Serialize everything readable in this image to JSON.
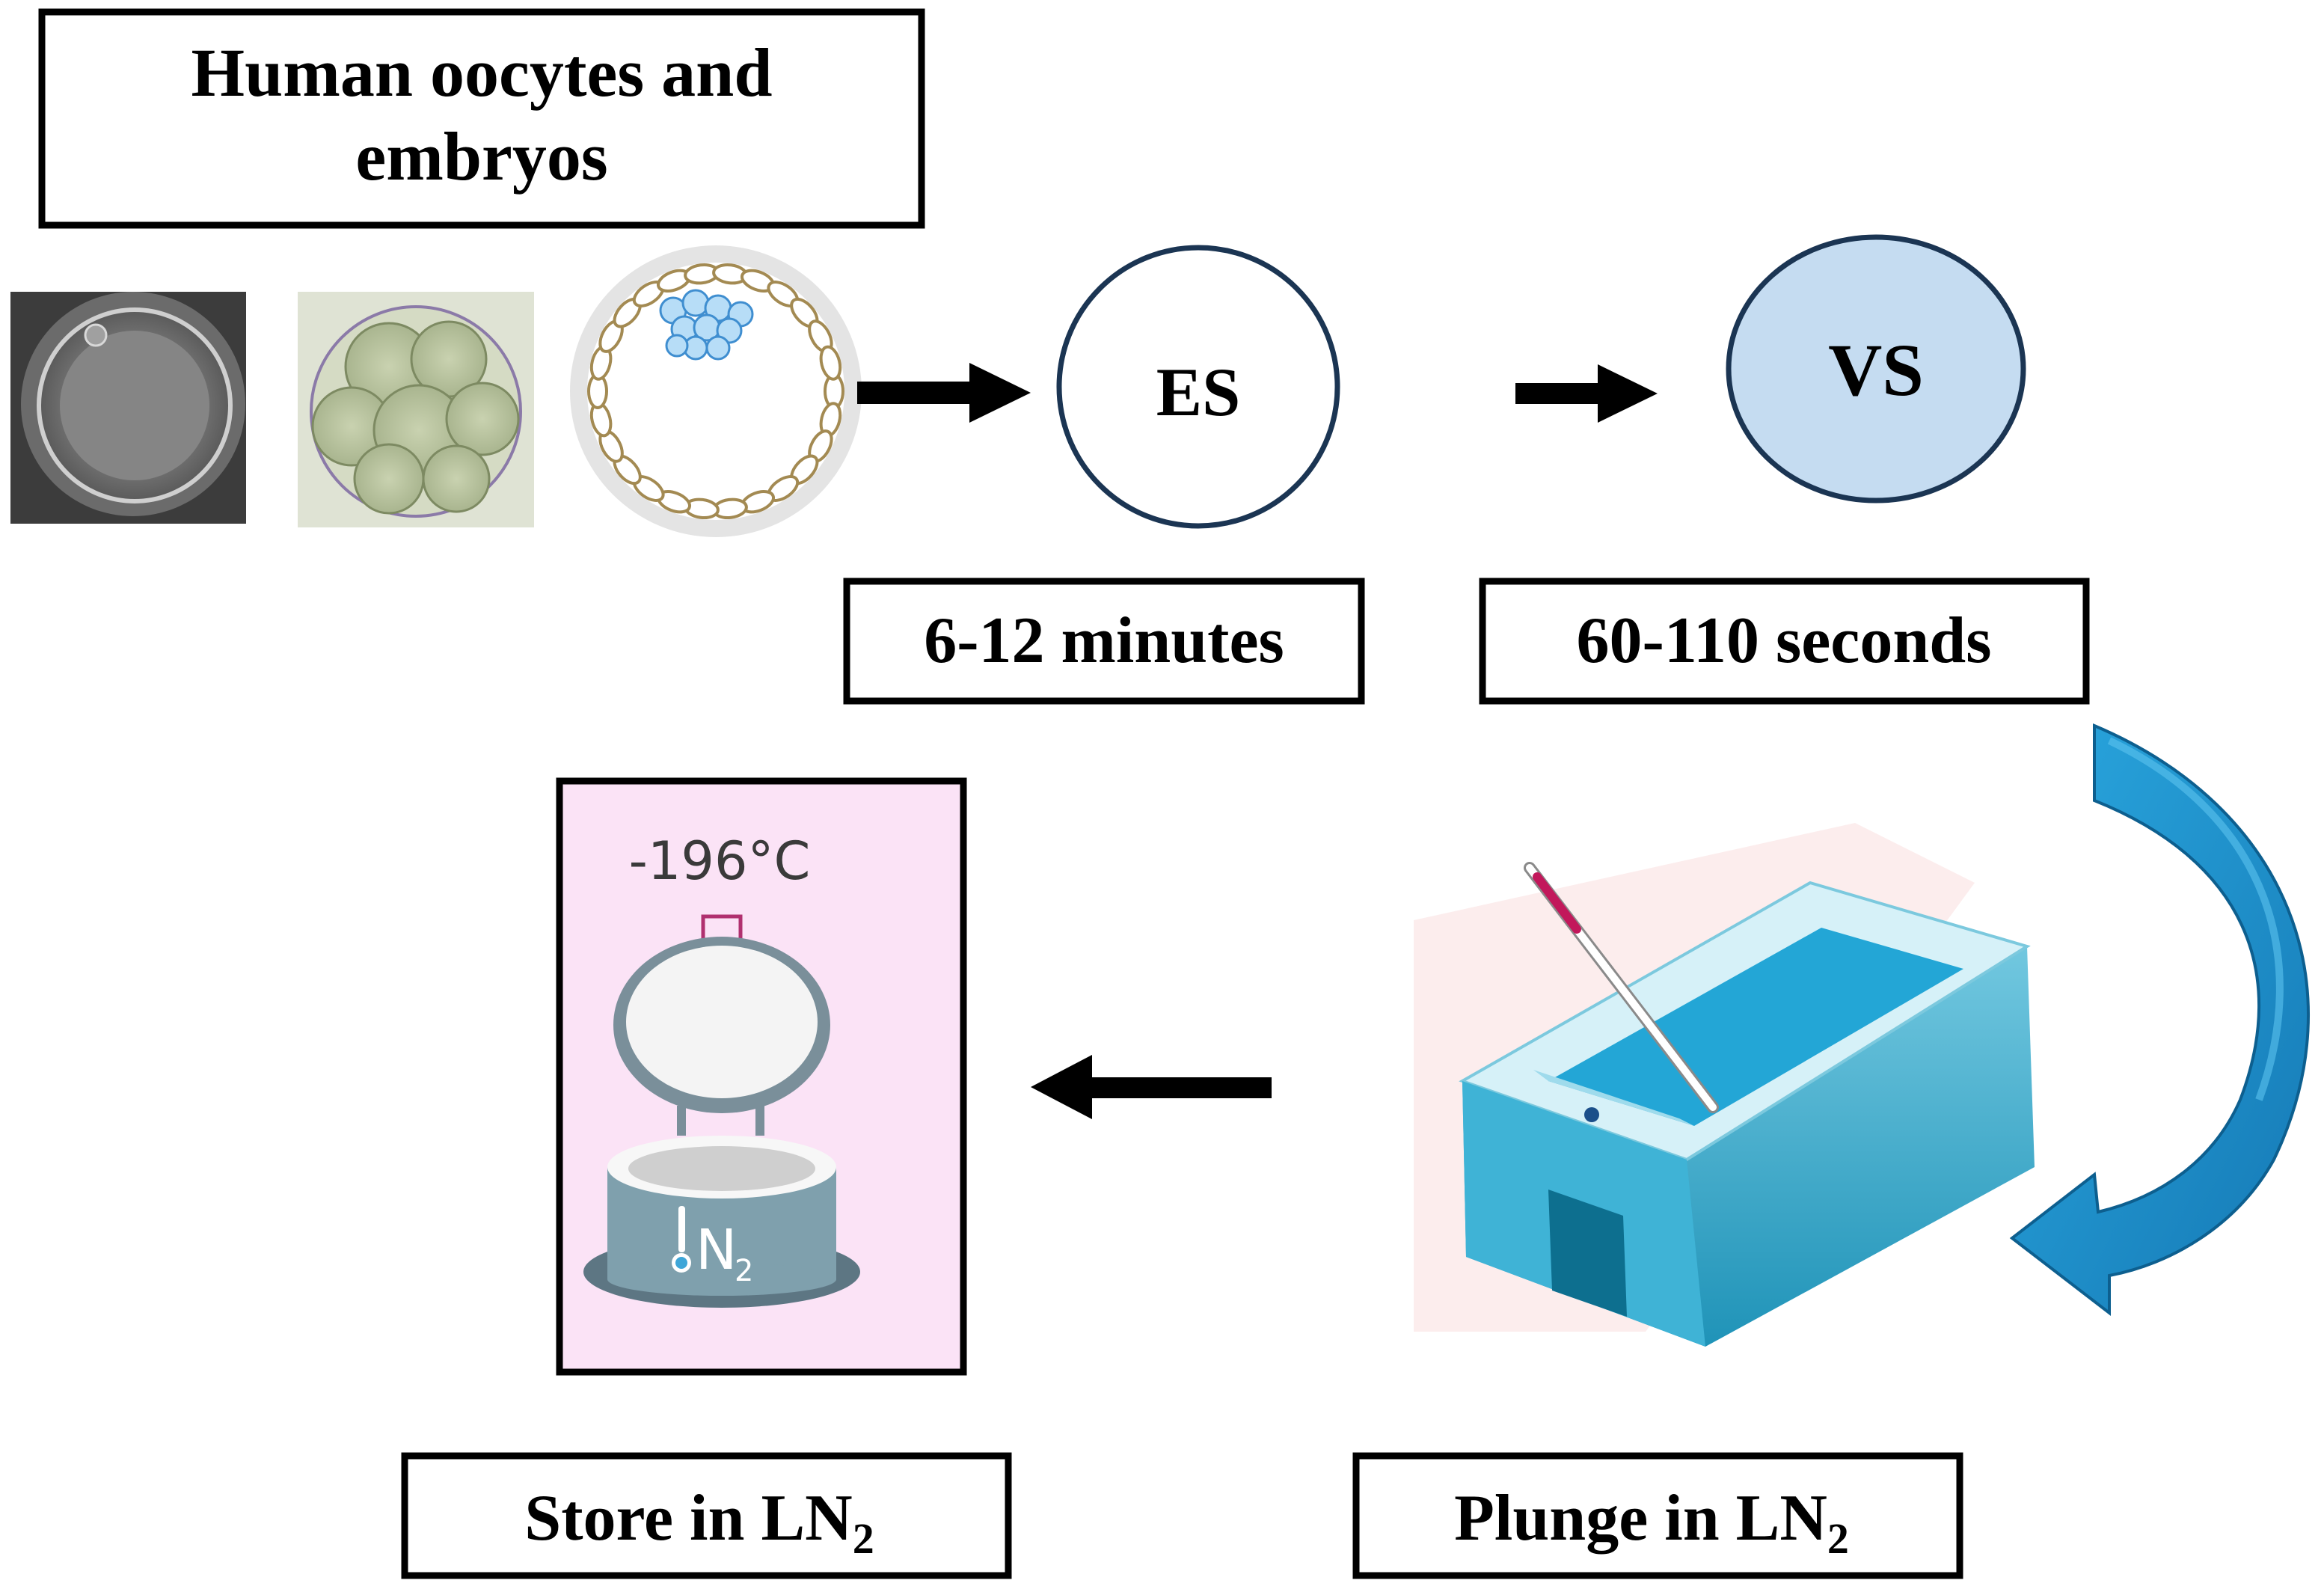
{
  "title_box": {
    "line1": "Human oocytes and",
    "line2": "embryos"
  },
  "steps": {
    "es": {
      "label": "ES",
      "duration": "6-12 minutes"
    },
    "vs": {
      "label": "VS",
      "duration": "60-110 seconds"
    }
  },
  "plunge": {
    "label": "Plunge in LN",
    "subscript": "2"
  },
  "store": {
    "label": "Store in LN",
    "subscript": "2",
    "temperature": "-196°C",
    "tank_label": "N",
    "tank_subscript": "2"
  },
  "colors": {
    "vs_fill": "#c5dcf1",
    "circle_stroke": "#1b3553",
    "curved_arrow": "#1f97d4",
    "ln2_bath": "#23a6d6",
    "store_panel": "#fbe3f6"
  }
}
